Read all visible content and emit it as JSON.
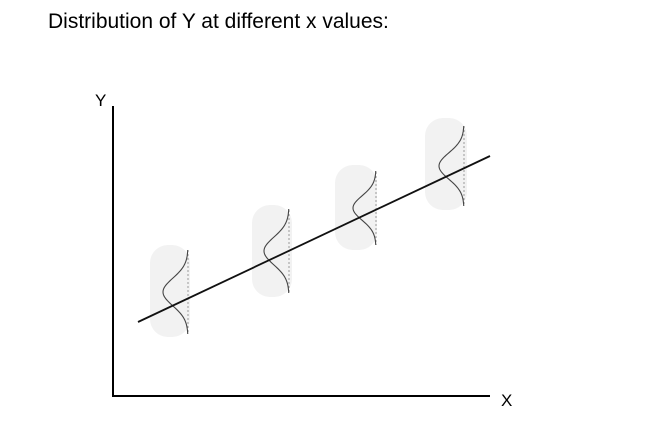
{
  "title": "Distribution of Y at different x values:",
  "diagram": {
    "y_axis_label": "Y",
    "x_axis_label": "X",
    "distribution_count": 4,
    "colors": {
      "axis": "#000000",
      "regression_line": "#111111",
      "curve": "#444444",
      "center_line": "#999999",
      "shadow": "#f0f0f0"
    }
  }
}
